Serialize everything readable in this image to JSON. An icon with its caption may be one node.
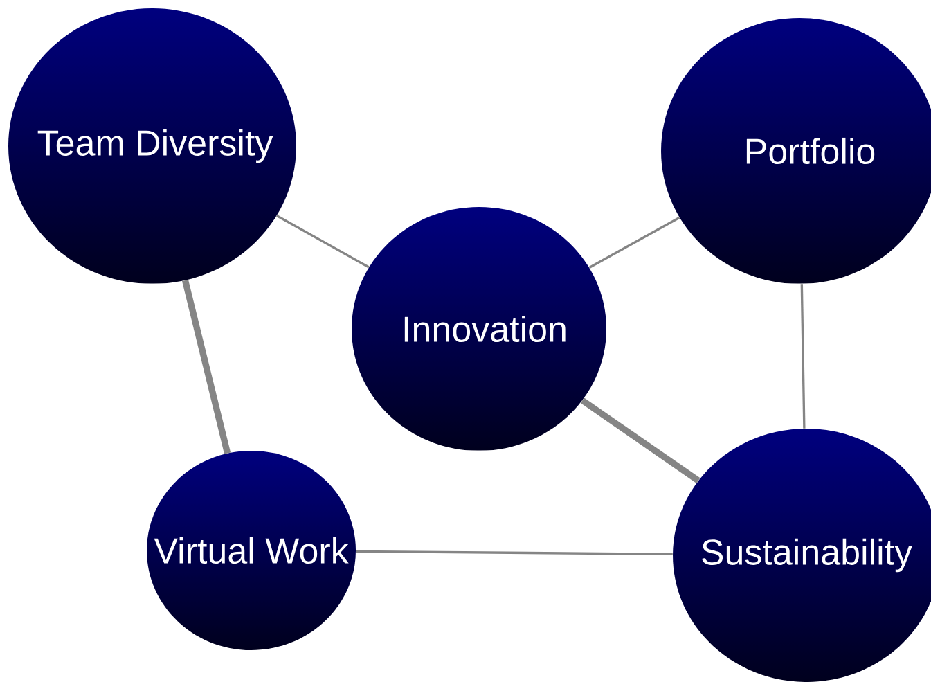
{
  "diagram": {
    "nodes": [
      {
        "text": [
          "Team Diversity"
        ]
      },
      {
        "text": [
          "Portfolio"
        ]
      },
      {
        "text": [
          "Innovation"
        ]
      },
      {
        "text": [
          "Virtual Work"
        ]
      },
      {
        "text": [
          "Sustainability"
        ]
      }
    ],
    "edges": [
      {
        "from": 0,
        "to": 2,
        "arrow": "none"
      },
      {
        "from": 2,
        "to": 1,
        "arrow": "none"
      },
      {
        "from": 0,
        "to": 3,
        "arrow": "none",
        "style": "thick"
      },
      {
        "from": 1,
        "to": 4,
        "arrow": "none"
      },
      {
        "from": 2,
        "to": 4,
        "arrow": "none",
        "style": "thick"
      },
      {
        "from": 3,
        "to": 4,
        "arrow": "none"
      }
    ]
  }
}
